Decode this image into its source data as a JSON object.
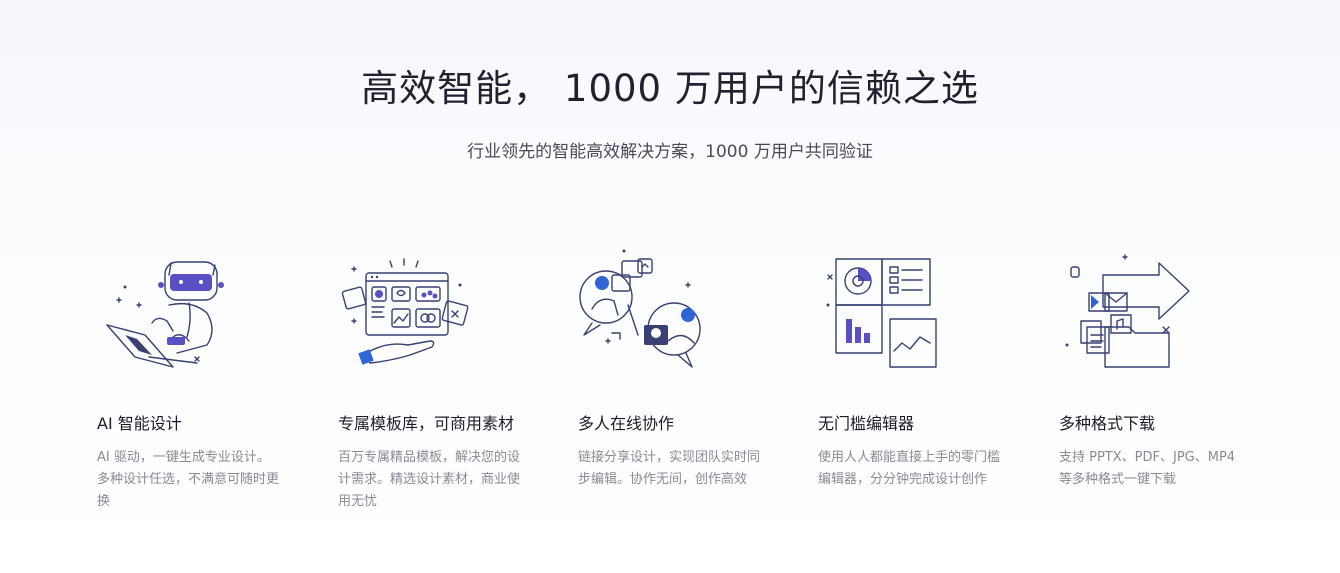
{
  "hero": {
    "title": "高效智能， 1000 万用户的信赖之选",
    "subtitle": "行业领先的智能高效解决方案，1000 万用户共同验证"
  },
  "colors": {
    "accent_purple": "#5a4fc4",
    "accent_blue": "#3164d4",
    "accent_pink": "#f5c6c2",
    "outline": "#3a3f74"
  },
  "features": [
    {
      "icon": "robot-laptop-illustration",
      "title": "AI 智能设计",
      "desc": "AI 驱动，一键生成专业设计。多种设计任选，不满意可随时更换"
    },
    {
      "icon": "template-board-illustration",
      "title": "专属模板库，可商用素材",
      "desc": "百万专属精品模板，解决您的设计需求。精选设计素材，商业使用无忧"
    },
    {
      "icon": "team-collaboration-illustration",
      "title": "多人在线协作",
      "desc": "链接分享设计，实现团队实时同步编辑。协作无间，创作高效"
    },
    {
      "icon": "puzzle-editor-illustration",
      "title": "无门槛编辑器",
      "desc": "使用人人都能直接上手的零门槛编辑器，分分钟完成设计创作"
    },
    {
      "icon": "multi-format-download-illustration",
      "title": "多种格式下载",
      "desc": "支持 PPTX、PDF、JPG、MP4 等多种格式一键下载"
    }
  ]
}
